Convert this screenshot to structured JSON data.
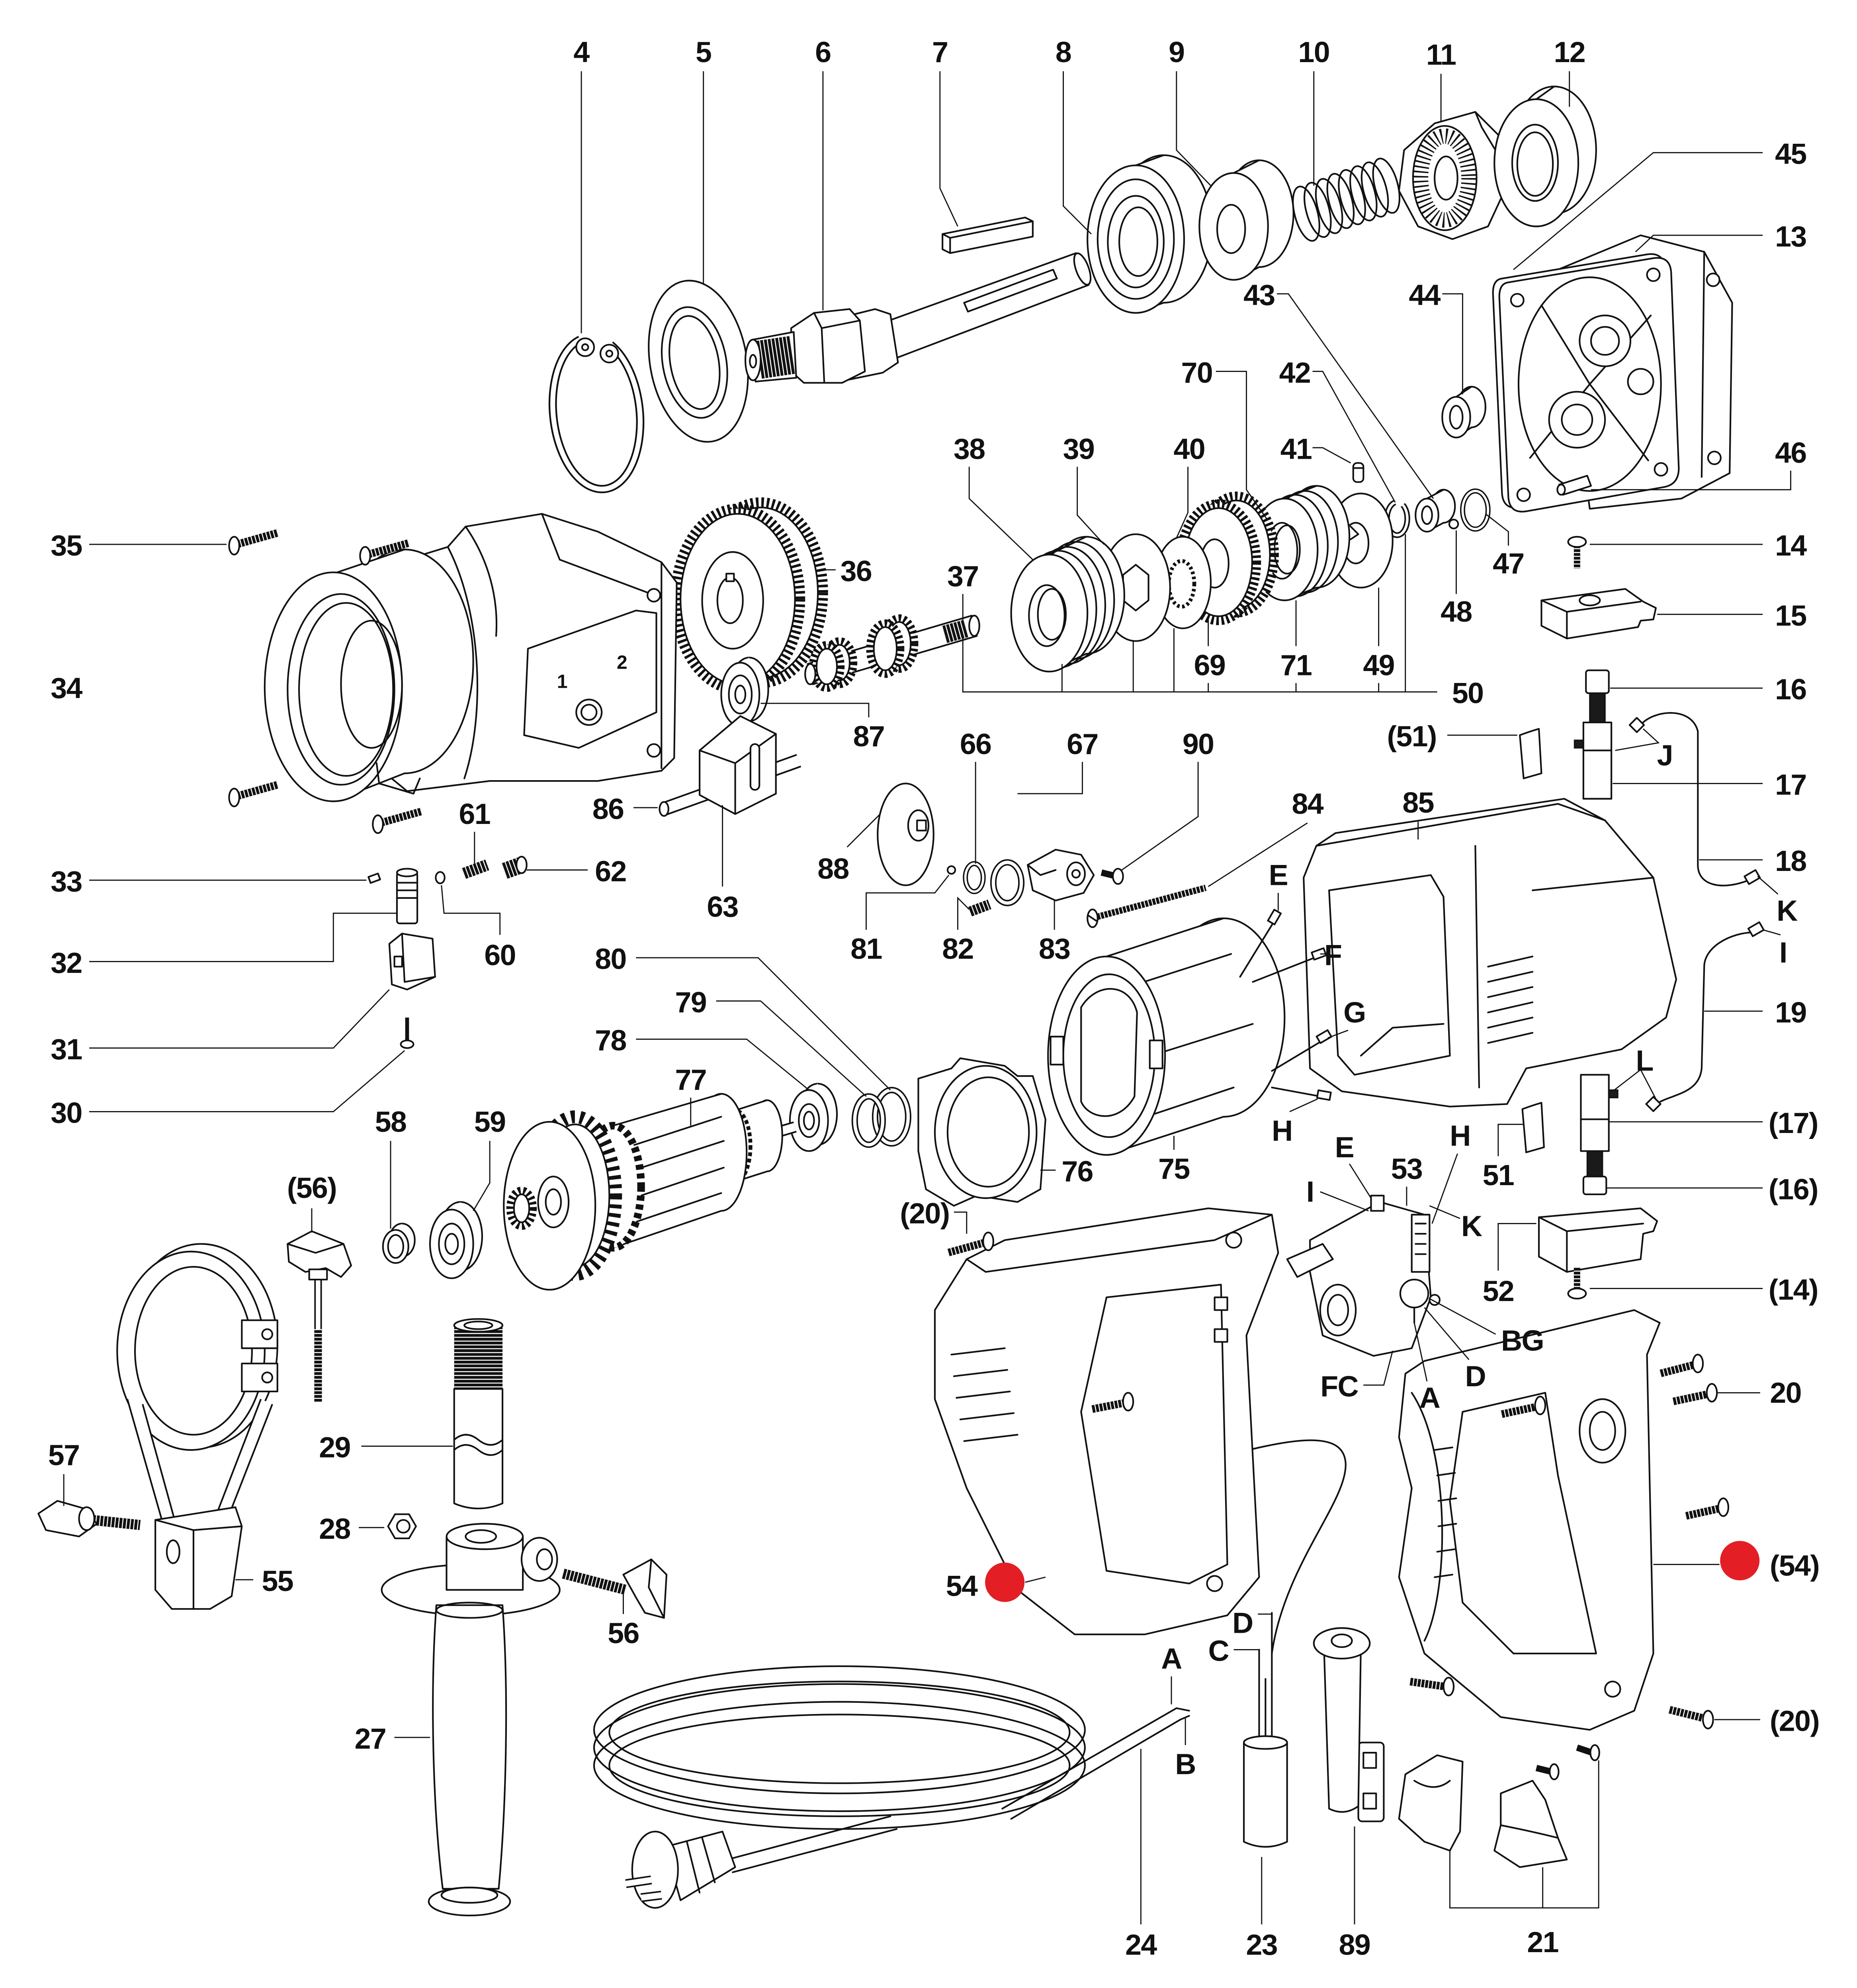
{
  "part_numbers": {
    "n4": "4",
    "n5": "5",
    "n6": "6",
    "n7": "7",
    "n8": "8",
    "n9": "9",
    "n10": "10",
    "n11": "11",
    "n12": "12",
    "n13": "13",
    "n14": "14",
    "n15": "15",
    "n16": "16",
    "n17": "17",
    "n18": "18",
    "n19": "19",
    "n20": "20",
    "n21": "21",
    "n23": "23",
    "n24": "24",
    "n27": "27",
    "n28": "28",
    "n29": "29",
    "n30": "30",
    "n31": "31",
    "n32": "32",
    "n33": "33",
    "n34": "34",
    "n35": "35",
    "n36": "36",
    "n37": "37",
    "n38": "38",
    "n39": "39",
    "n40": "40",
    "n41": "41",
    "n42": "42",
    "n43": "43",
    "n44": "44",
    "n45": "45",
    "n46": "46",
    "n47": "47",
    "n48": "48",
    "n49": "49",
    "n50": "50",
    "n51": "51",
    "n52": "52",
    "n53": "53",
    "n54": "54",
    "n55": "55",
    "n56": "56",
    "n57": "57",
    "n58": "58",
    "n59": "59",
    "n60": "60",
    "n61": "61",
    "n62": "62",
    "n63": "63",
    "n66": "66",
    "n67": "67",
    "n69": "69",
    "n70": "70",
    "n71": "71",
    "n75": "75",
    "n76": "76",
    "n77": "77",
    "n78": "78",
    "n79": "79",
    "n80": "80",
    "n81": "81",
    "n82": "82",
    "n83": "83",
    "n84": "84",
    "n85": "85",
    "n86": "86",
    "n87": "87",
    "n88": "88",
    "n89": "89",
    "n90": "90",
    "n51_ref": "(51)",
    "n17_ref": "(17)",
    "n16_ref": "(16)",
    "n56_ref": "(56)",
    "n20_ref_top": "(20)",
    "n14_ref": "(14)",
    "n54_ref": "(54)",
    "n20_ref_bottom": "(20)"
  },
  "wire_terminals": {
    "stator_E": "E",
    "stator_F": "F",
    "stator_G": "G",
    "stator_H": "H",
    "brush_J": "J",
    "lead_K": "K",
    "lead_I": "I",
    "brush_L": "L",
    "switch_E": "E",
    "switch_I": "I",
    "switch_H": "H",
    "switch_K": "K",
    "switch_BG": "BG",
    "switch_D": "D",
    "switch_FC": "FC",
    "switch_A": "A",
    "capacitor_D": "D",
    "capacitor_C": "C",
    "cable_A": "A",
    "cable_B": "B"
  },
  "gear_selector_markings": {
    "gear_1": "1",
    "gear_2": "2"
  },
  "highlight": {
    "color": "#E31E24",
    "selected_part": "54"
  }
}
